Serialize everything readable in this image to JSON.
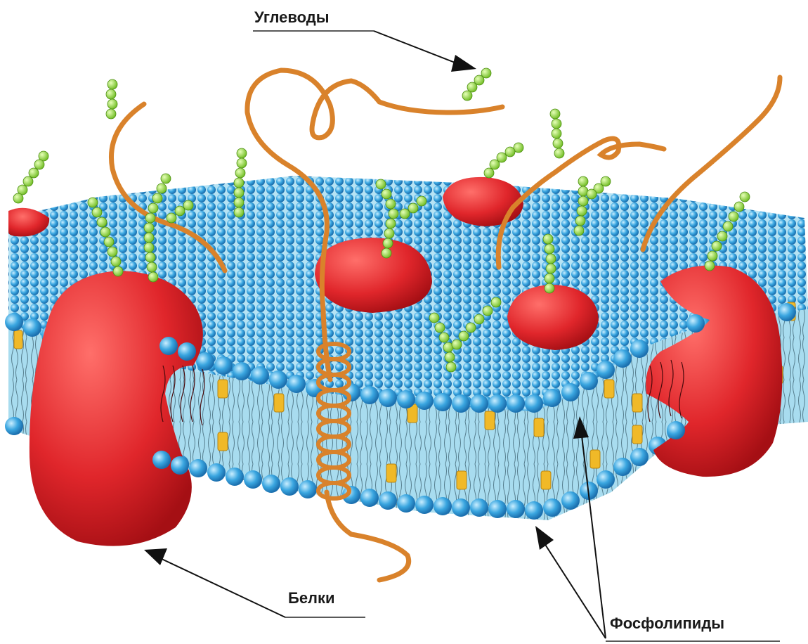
{
  "labels": {
    "carbohydrates": "Углеводы",
    "proteins": "Белки",
    "phospholipids": "Фосфолипиды"
  },
  "colors": {
    "protein": "#e0262b",
    "protein_dark": "#a50f14",
    "phospholipid_head": "#3aa6e0",
    "bilayer_fill": "#a8dcef",
    "cholesterol": "#f0b928",
    "carbohydrate_chain": "#8fd63a",
    "protein_strand": "#d9822b"
  }
}
